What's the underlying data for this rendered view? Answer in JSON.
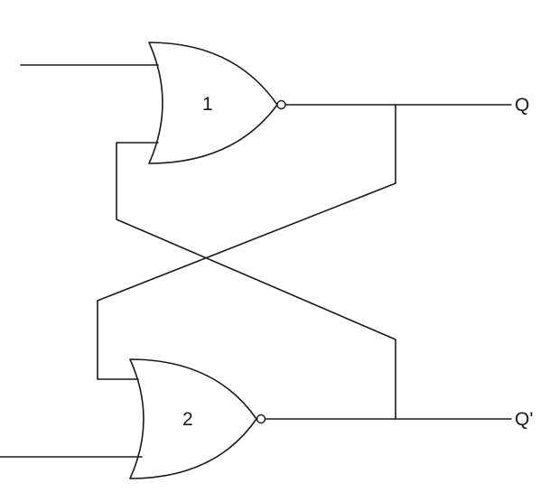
{
  "gates": [
    {
      "type": "NOR",
      "label": "1"
    },
    {
      "type": "NOR",
      "label": "2"
    }
  ],
  "outputs": [
    {
      "label": "Q"
    },
    {
      "label": "Q'"
    }
  ]
}
